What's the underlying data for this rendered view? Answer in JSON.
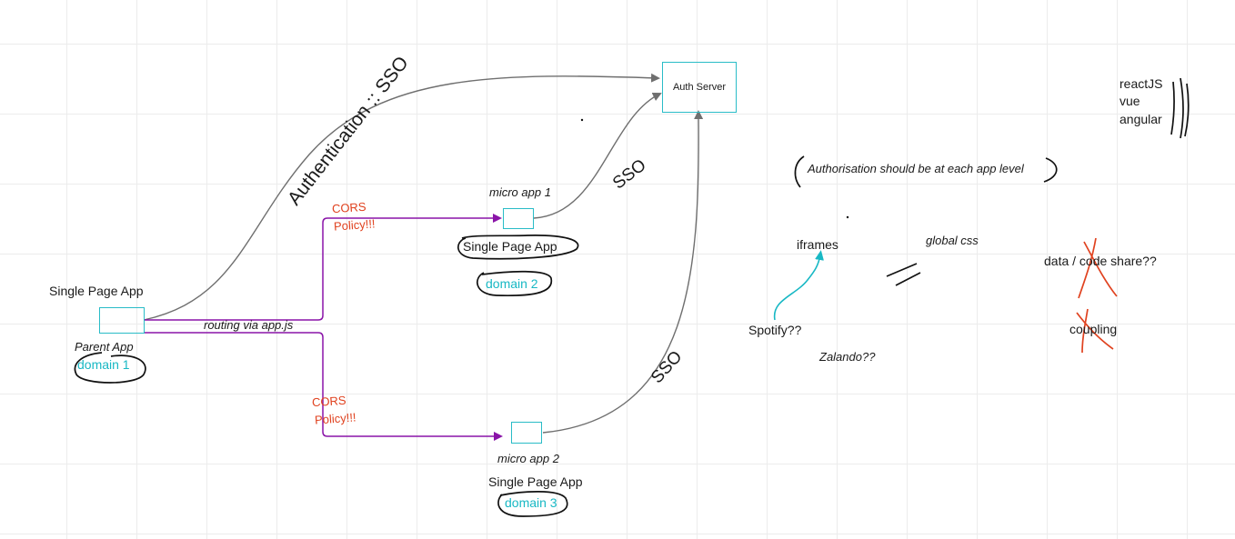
{
  "auth_server": {
    "label": "Auth Server"
  },
  "parent_app": {
    "title": "Single Page App",
    "subtitle": "Parent App",
    "domain": "domain 1"
  },
  "micro_app_1": {
    "title": "micro app 1",
    "subtitle": "Single Page App",
    "domain": "domain 2"
  },
  "micro_app_2": {
    "title": "micro app 2",
    "subtitle": "Single Page App",
    "domain": "domain 3"
  },
  "edges": {
    "auth_sso": "Authentication :: SSO",
    "sso_1": "SSO",
    "sso_2": "SSO",
    "routing": "routing via app.js",
    "cors_1": [
      "CORS",
      "Policy!!!"
    ],
    "cors_2": [
      "CORS",
      "Policy!!!"
    ]
  },
  "notes": {
    "frameworks": [
      "reactJS",
      "vue",
      "angular"
    ],
    "authorisation": "Authorisation should be at each app level",
    "iframes": "iframes",
    "global_css": "global css",
    "spotify": "Spotify??",
    "zalando": "Zalando??",
    "data_share": "data / code share??",
    "coupling": "coupling"
  },
  "colors": {
    "teal": "#18b8c4",
    "purple": "#8a14a8",
    "gray_arrow": "#6f6f6f",
    "red": "#e0421f"
  }
}
